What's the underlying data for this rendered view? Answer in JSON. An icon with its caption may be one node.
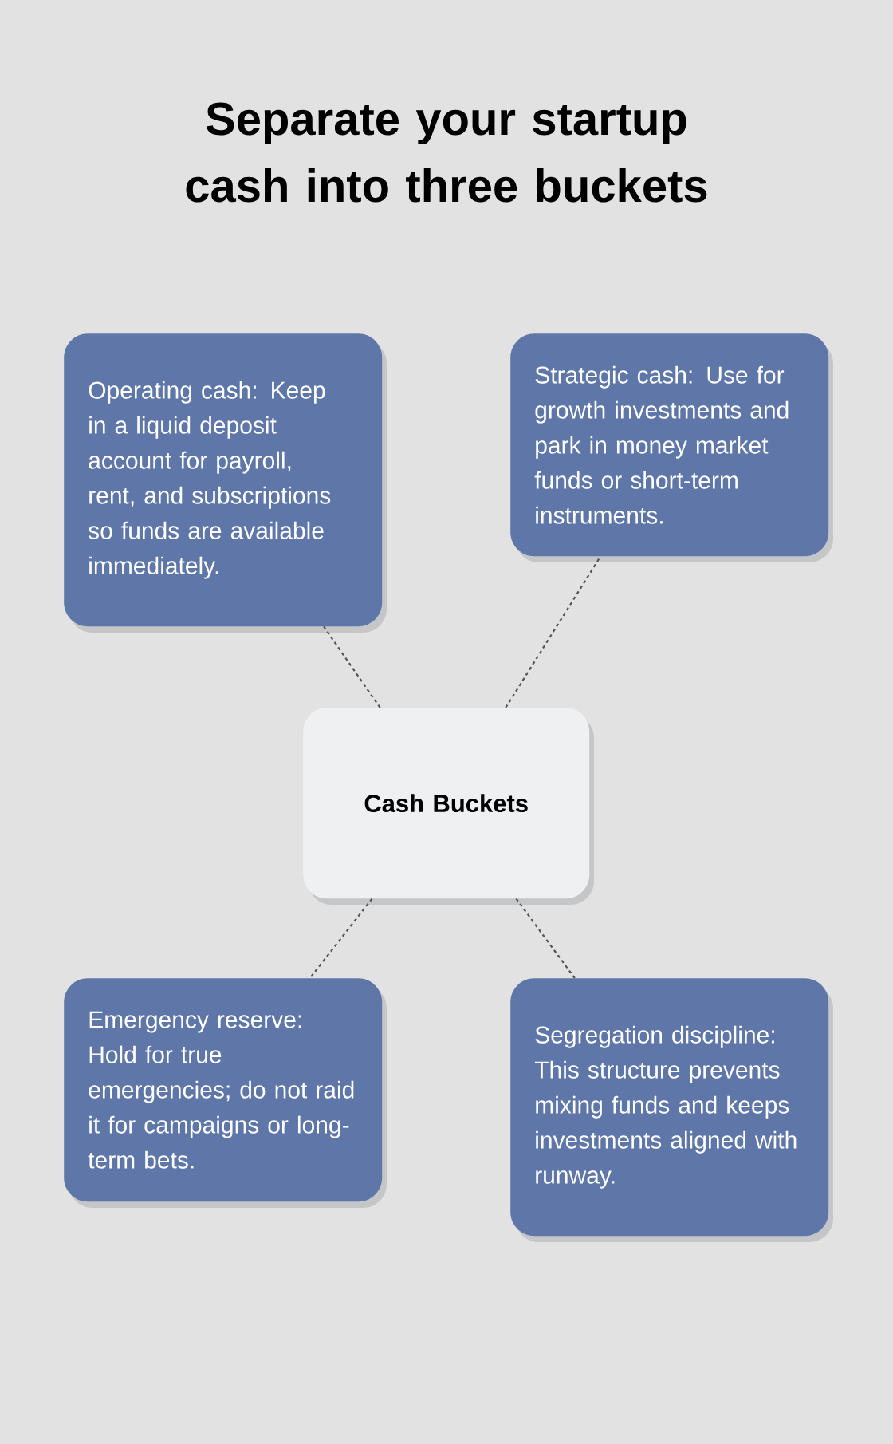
{
  "diagram": {
    "title": "Separate your startup cash into three buckets",
    "nodes": [
      {
        "text": [
          "Operating cash: Keep in a liquid deposit account for payroll, rent, and subscriptions so funds are available immediately."
        ]
      },
      {
        "text": [
          "Strategic cash: Use for growth investments and park in money market funds or short-term instruments."
        ]
      },
      {
        "text": [
          "Cash Buckets"
        ]
      },
      {
        "text": [
          "Emergency reserve: Hold for true emergencies; do not raid it for campaigns or long-term bets."
        ]
      },
      {
        "text": [
          "Segregation discipline: This structure prevents mixing funds and keeps investments aligned with runway."
        ]
      }
    ],
    "edges": [
      {
        "from": 2,
        "to": 0,
        "arrow": "none"
      },
      {
        "from": 2,
        "to": 1,
        "arrow": "none"
      },
      {
        "from": 2,
        "to": 3,
        "arrow": "none"
      },
      {
        "from": 2,
        "to": 4,
        "arrow": "none"
      }
    ]
  }
}
